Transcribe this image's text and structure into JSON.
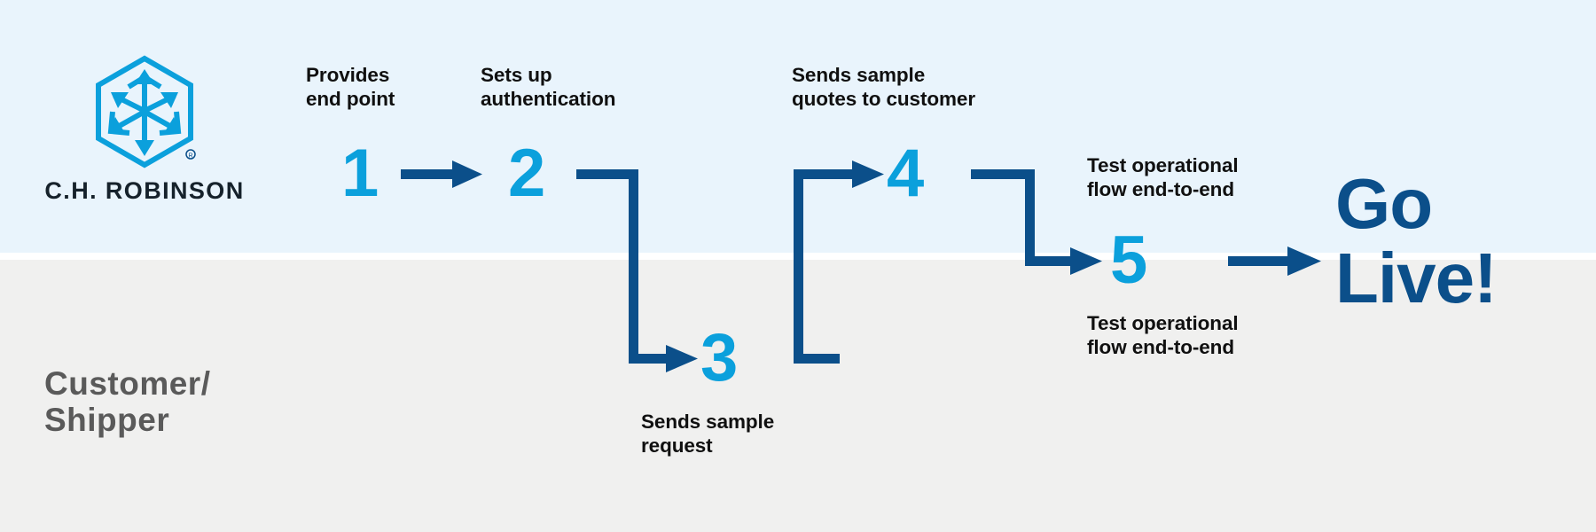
{
  "bands": {
    "top": {
      "name": "C.H. Robinson lane",
      "color": "#e9f4fc"
    },
    "bottom": {
      "name": "Customer / Shipper lane",
      "color": "#f0f0ef"
    }
  },
  "brand": {
    "wordmark": "C.H. ROBINSON",
    "logo_icon": "hexagon-arrows-icon",
    "logo_color": "#0ba0dc",
    "wordmark_color": "#16222b"
  },
  "lane_label": {
    "text": "Customer/\nShipper",
    "color": "#5a5a5a"
  },
  "colors": {
    "accent_number": "#0ba0dc",
    "connector": "#0b4f8a",
    "caption": "#101010",
    "go_live": "#0b4f8a"
  },
  "steps": [
    {
      "number": "1",
      "caption": "Provides\nend point",
      "lane": "top",
      "caption_position": "above"
    },
    {
      "number": "2",
      "caption": "Sets up\nauthentication",
      "lane": "top",
      "caption_position": "above"
    },
    {
      "number": "3",
      "caption": "Sends sample\nrequest",
      "lane": "bottom",
      "caption_position": "below"
    },
    {
      "number": "4",
      "caption": "Sends sample\nquotes to customer",
      "lane": "top",
      "caption_position": "above"
    },
    {
      "number": "5",
      "caption_above": "Test operational\nflow end-to-end",
      "caption_below": "Test operational\nflow end-to-end",
      "lane": "straddle"
    }
  ],
  "outcome": {
    "text": "Go\nLive!"
  }
}
